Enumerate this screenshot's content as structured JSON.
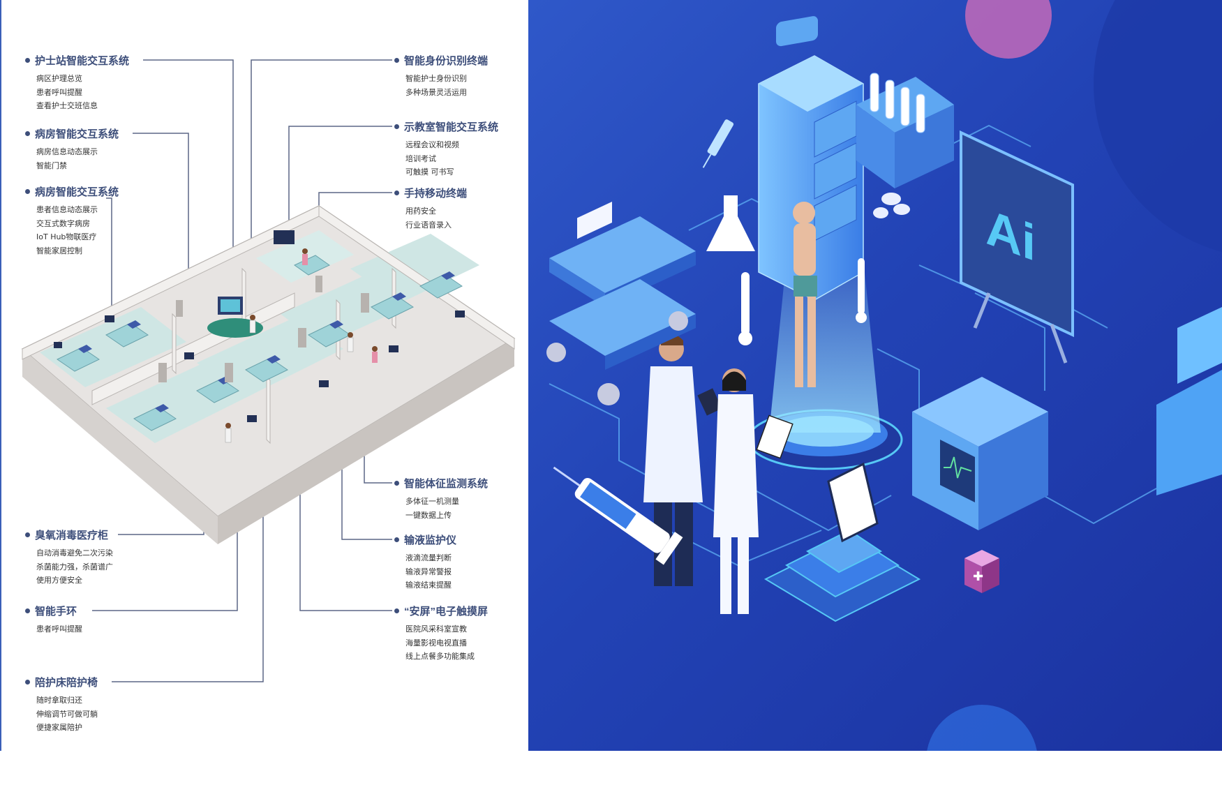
{
  "labels_left": [
    {
      "title": "护士站智能交互系统",
      "items": [
        "病区护理总览",
        "患者呼叫提醒",
        "查看护士交班信息"
      ]
    },
    {
      "title": "病房智能交互系统",
      "items": [
        "病房信息动态展示",
        "智能门禁"
      ]
    },
    {
      "title": "病房智能交互系统",
      "items": [
        "患者信息动态展示",
        "交互式数字病房",
        "IoT Hub物联医疗",
        "智能家居控制"
      ]
    },
    {
      "title": "臭氧消毒医疗柜",
      "items": [
        "自动消毒避免二次污染",
        "杀菌能力强，杀菌谱广",
        "使用方便安全"
      ]
    },
    {
      "title": "智能手环",
      "items": [
        "患者呼叫提醒"
      ]
    },
    {
      "title": "陪护床陪护椅",
      "items": [
        "随时拿取归还",
        "伸缩调节可做可躺",
        "便捷家属陪护"
      ]
    }
  ],
  "labels_right": [
    {
      "title": "智能身份识别终端",
      "items": [
        "智能护士身份识别",
        "多种场景灵活运用"
      ]
    },
    {
      "title": "示教室智能交互系统",
      "items": [
        "远程会议和视频",
        "培训考试",
        "可触摸 可书写"
      ]
    },
    {
      "title": "手持移动终端",
      "items": [
        "用药安全",
        "行业语音录入"
      ]
    },
    {
      "title": "智能体征监测系统",
      "items": [
        "多体征一机测量",
        "一键数据上传"
      ]
    },
    {
      "title": "输液监护仪",
      "items": [
        "液滴流量判断",
        "输液异常警报",
        "输液结束提醒"
      ]
    },
    {
      "title": "“安屏”电子触摸屏",
      "items": [
        "医院风采科室宣教",
        "海量影视电视直播",
        "线上点餐多功能集成"
      ]
    }
  ],
  "illustration": {
    "screen_text": "Ai",
    "colors": {
      "bg": "#2447b8",
      "accent": "#56c8f5",
      "panel": "#3b7ee8",
      "glow": "#9fe6ff"
    }
  }
}
